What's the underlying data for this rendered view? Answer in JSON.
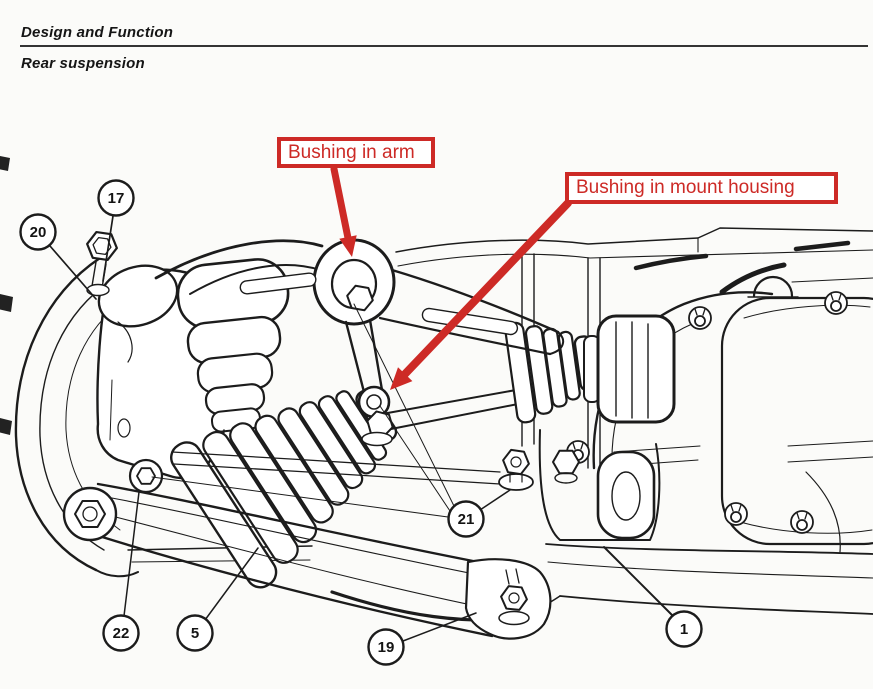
{
  "header": {
    "section": "Design and Function",
    "subsection": "Rear suspension"
  },
  "callouts": {
    "arm": {
      "label": "Bushing in arm"
    },
    "mount": {
      "label": "Bushing in mount housing"
    }
  },
  "parts": [
    {
      "number": "17"
    },
    {
      "number": "20"
    },
    {
      "number": "21"
    },
    {
      "number": "22"
    },
    {
      "number": "5"
    },
    {
      "number": "19"
    },
    {
      "number": "1"
    }
  ],
  "colors": {
    "callout_red": "#cd2a26",
    "ink": "#1c1c1c",
    "paper": "#fbfbf9"
  }
}
